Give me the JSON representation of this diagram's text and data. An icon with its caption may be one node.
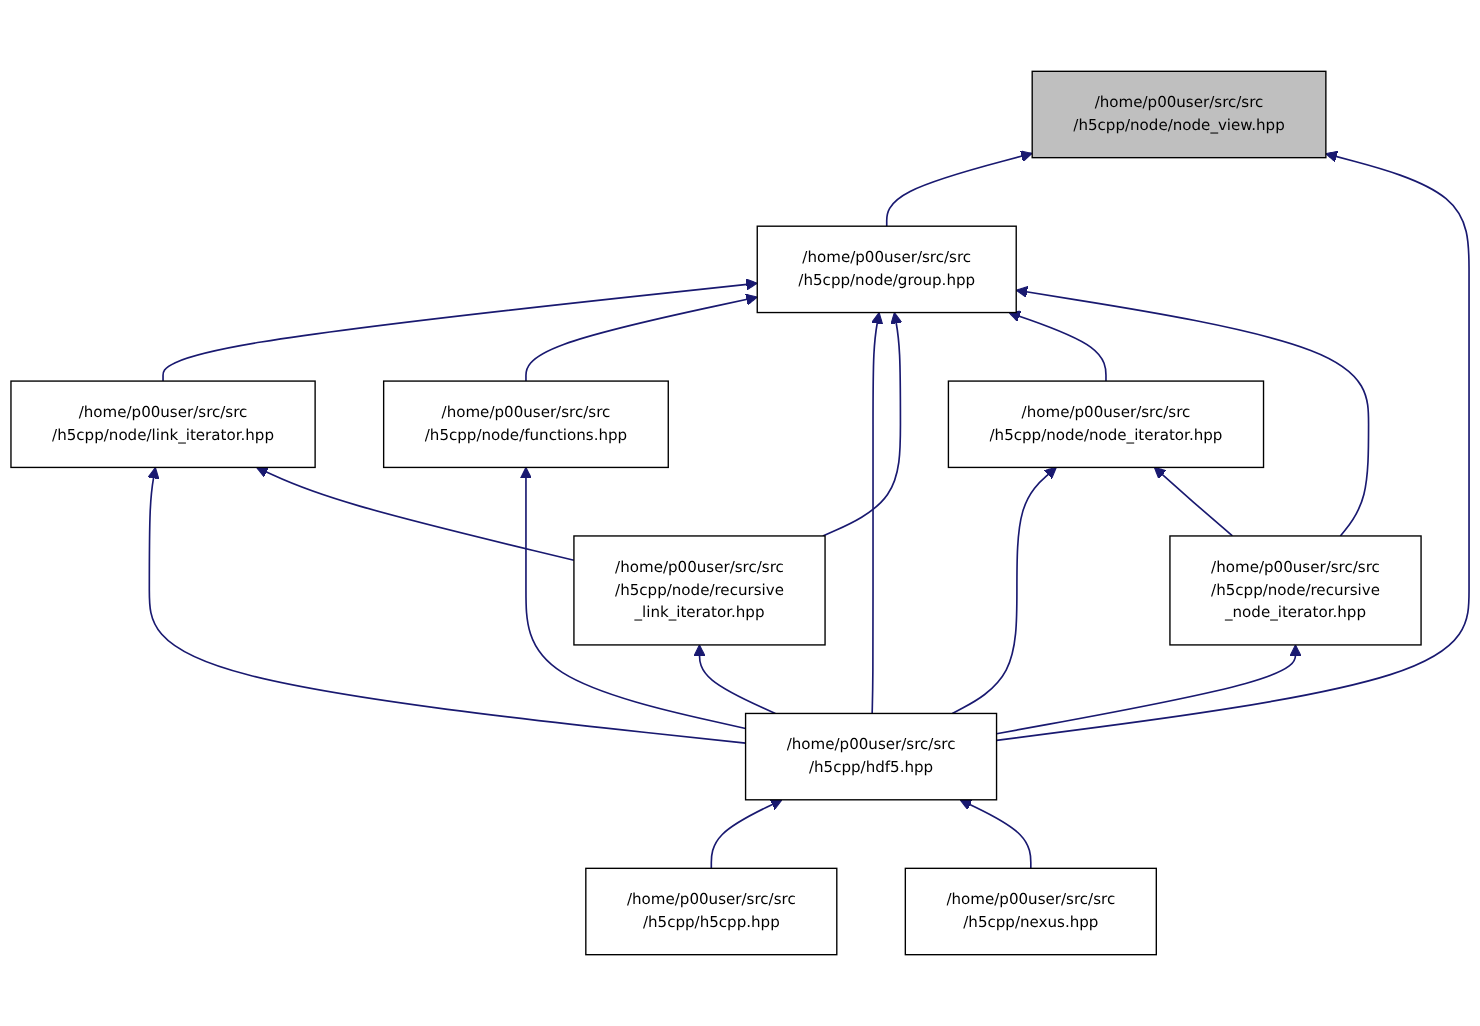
{
  "diagram": {
    "nodes": [
      {
        "text": [
          "/home/p00user/src/src /h5cpp/node/node_view.hpp"
        ]
      },
      {
        "text": [
          "/home/p00user/src/src /h5cpp/node/group.hpp"
        ]
      },
      {
        "text": [
          "/home/p00user/src/src /h5cpp/node/link_iterator.hpp"
        ]
      },
      {
        "text": [
          "/home/p00user/src/src /h5cpp/node/node_iterator.hpp"
        ]
      },
      {
        "text": [
          "/home/p00user/src/src /h5cpp/node/functions.hpp"
        ]
      },
      {
        "text": [
          "/home/p00user/src/src /h5cpp/node/recursive _link_iterator.hpp"
        ]
      },
      {
        "text": [
          "/home/p00user/src/src /h5cpp/node/recursive _node_iterator.hpp"
        ]
      },
      {
        "text": [
          "/home/p00user/src/src /h5cpp/hdf5.hpp"
        ]
      },
      {
        "text": [
          "/home/p00user/src/src /h5cpp/h5cpp.hpp"
        ]
      },
      {
        "text": [
          "/home/p00user/src/src /h5cpp/nexus.hpp"
        ]
      }
    ],
    "edges": [
      {
        "from": 1,
        "to": 0,
        "arrow": "to"
      },
      {
        "from": 7,
        "to": 0,
        "arrow": "to"
      },
      {
        "from": 2,
        "to": 1,
        "arrow": "to"
      },
      {
        "from": 4,
        "to": 1,
        "arrow": "to"
      },
      {
        "from": 7,
        "to": 1,
        "arrow": "to"
      },
      {
        "from": 5,
        "to": 1,
        "arrow": "to"
      },
      {
        "from": 3,
        "to": 1,
        "arrow": "to"
      },
      {
        "from": 6,
        "to": 1,
        "arrow": "to"
      },
      {
        "from": 7,
        "to": 2,
        "arrow": "to"
      },
      {
        "from": 5,
        "to": 2,
        "arrow": "to"
      },
      {
        "from": 7,
        "to": 3,
        "arrow": "to"
      },
      {
        "from": 6,
        "to": 3,
        "arrow": "to"
      },
      {
        "from": 7,
        "to": 4,
        "arrow": "to"
      },
      {
        "from": 7,
        "to": 5,
        "arrow": "to"
      },
      {
        "from": 7,
        "to": 6,
        "arrow": "to"
      },
      {
        "from": 8,
        "to": 7,
        "arrow": "to"
      },
      {
        "from": 9,
        "to": 7,
        "arrow": "to"
      }
    ]
  }
}
